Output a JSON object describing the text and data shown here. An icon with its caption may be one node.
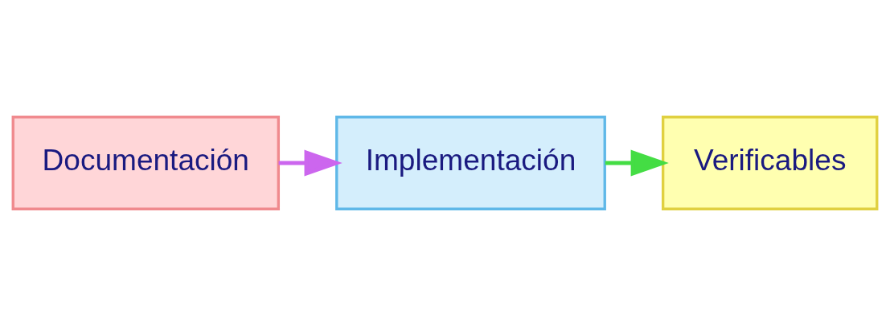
{
  "diagram": {
    "nodes": [
      {
        "text": [
          "Documentación"
        ]
      },
      {
        "text": [
          "Implementación"
        ]
      },
      {
        "text": [
          "Verificables"
        ]
      }
    ],
    "edges": [
      {
        "from": 0,
        "to": 1,
        "arrow": "to",
        "color": "#cc66ee"
      },
      {
        "from": 1,
        "to": 2,
        "arrow": "to",
        "color": "#44dd44"
      }
    ]
  }
}
